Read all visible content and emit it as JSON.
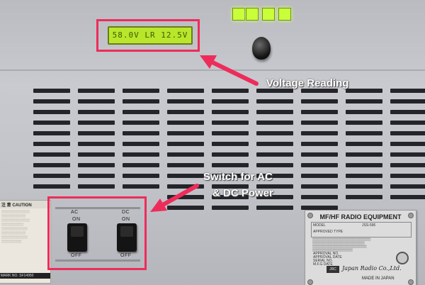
{
  "lcd": {
    "display_text": "58.0V  LR 12.5V"
  },
  "callouts": {
    "voltage": "Voltage Reading",
    "switch_line1": "Switch for AC",
    "switch_line2": "& DC Power"
  },
  "switch_panel": {
    "ac": {
      "label": "AC",
      "on": "ON",
      "off": "OFF"
    },
    "dc": {
      "label": "DC",
      "on": "ON",
      "off": "OFF"
    }
  },
  "caution_sticker": {
    "title": "注 意 CAUTION",
    "foot": "MARK NO. SF14950"
  },
  "nameplate": {
    "title": "MF/HF RADIO EQUIPMENT",
    "model_label": "MODEL",
    "model_value": "JSS-596",
    "approved_type_label": "APPROVED TYPE",
    "approval_no_label": "APPROVAL NO.",
    "approval_date_label": "APPROVAL DATE",
    "serial_no_label": "SERIAL NO.",
    "mfg_date_label": "M.F.G DATE",
    "logo": "JRC",
    "maker": "Japan Radio Co.,Ltd.",
    "origin": "MADE IN JAPAN"
  },
  "colors": {
    "highlight": "#ee2c5a",
    "lcd_backlight": "#b8e62a",
    "panel": "#c6c8cd"
  }
}
